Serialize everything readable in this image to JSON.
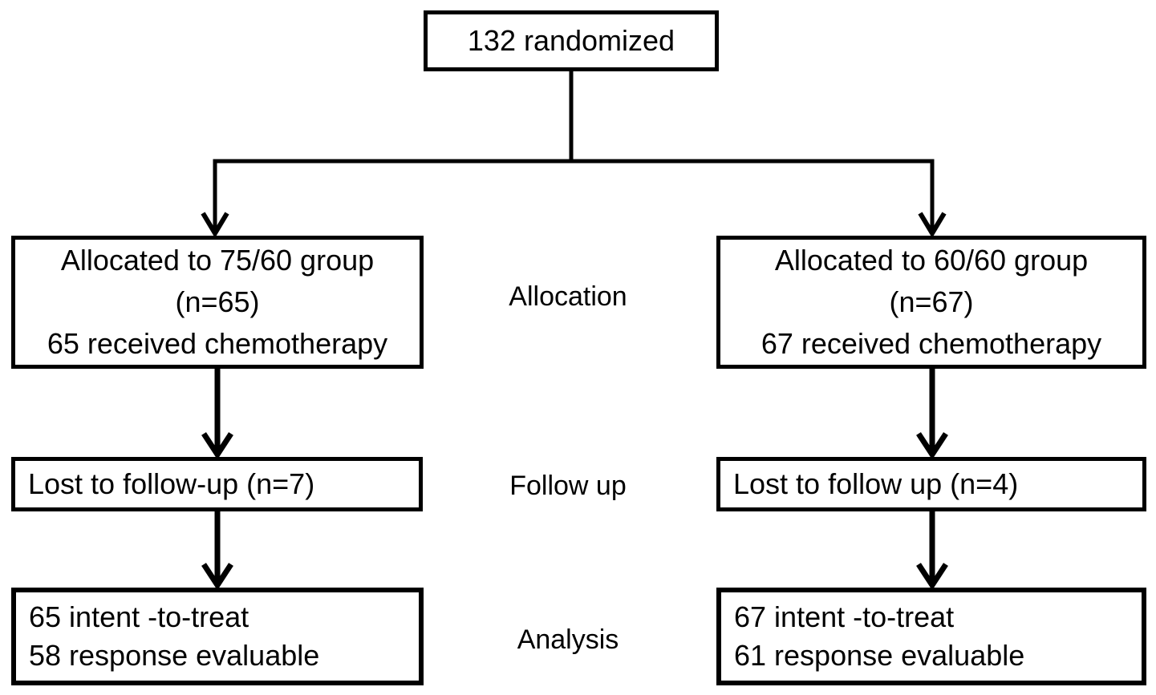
{
  "diagram": {
    "background": "#ffffff",
    "line_color": "#000000",
    "text_color": "#000000",
    "randomized_box": {
      "text": "132 randomized"
    },
    "stages": [
      {
        "label": "Allocation"
      },
      {
        "label": "Follow up"
      },
      {
        "label": "Analysis"
      }
    ],
    "left_arm": {
      "allocation": {
        "line1": "Allocated to 75/60 group",
        "line2": "(n=65)",
        "line3": "65 received chemotherapy"
      },
      "follow_up": {
        "text": "Lost to follow-up (n=7)"
      },
      "analysis": {
        "line1": "65 intent -to-treat",
        "line2": "58 response evaluable"
      }
    },
    "right_arm": {
      "allocation": {
        "line1": "Allocated to 60/60 group",
        "line2": "(n=67)",
        "line3": "67 received chemotherapy"
      },
      "follow_up": {
        "text": "Lost to follow up (n=4)"
      },
      "analysis": {
        "line1": "67 intent -to-treat",
        "line2": "61 response evaluable"
      }
    }
  }
}
